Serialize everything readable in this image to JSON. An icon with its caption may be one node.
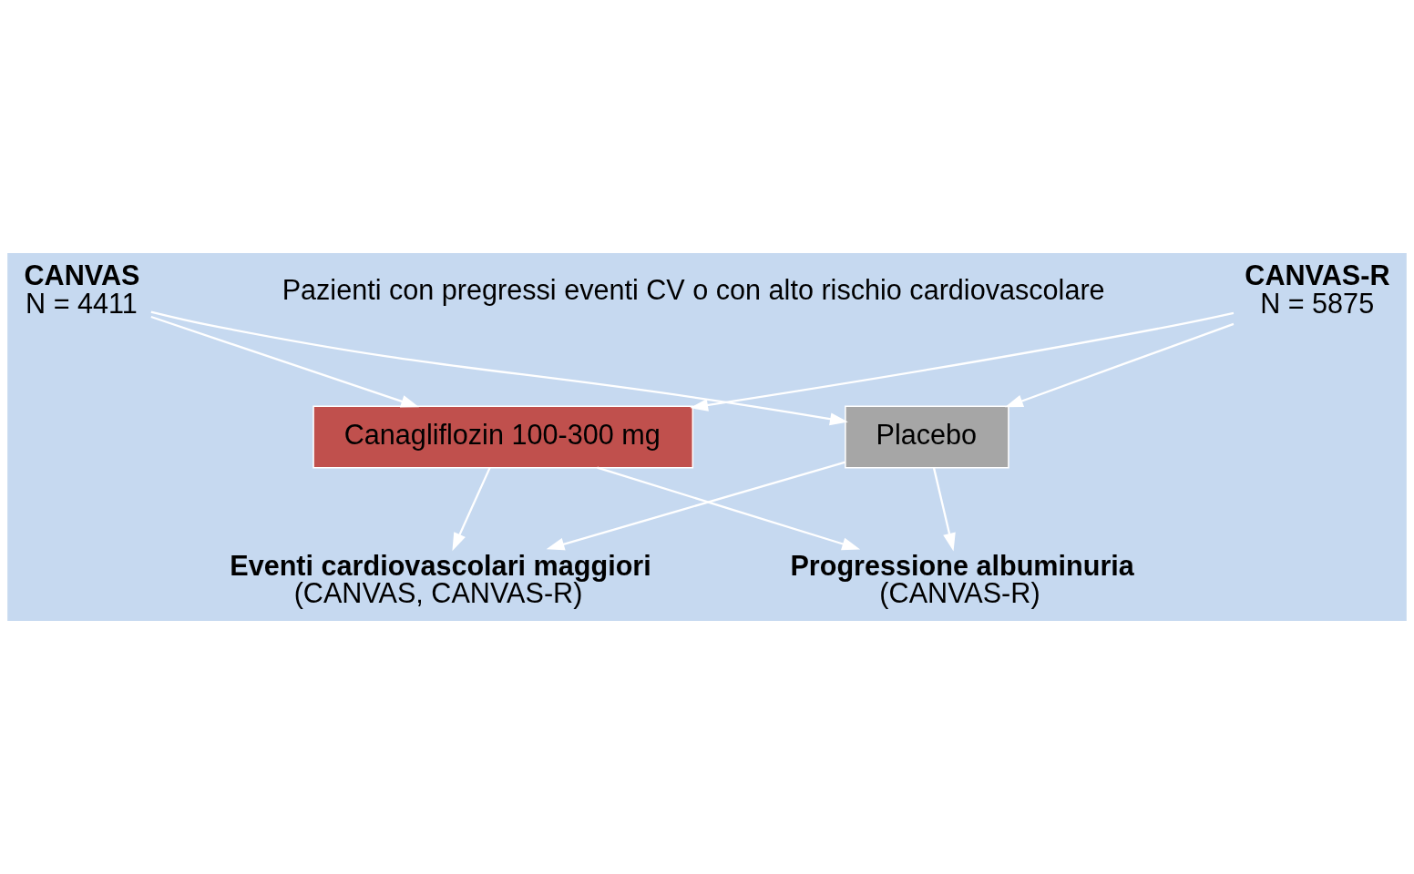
{
  "diagram": {
    "nodes": [
      {
        "text": [
          "CANVAS",
          "N = 4411"
        ]
      },
      {
        "text": [
          "CANVAS-R",
          "N = 5875"
        ]
      },
      {
        "text": [
          "Canagliflozin 100-300 mg"
        ]
      },
      {
        "text": [
          "Placebo"
        ]
      },
      {
        "text": [
          "Eventi cardiovascolari maggiori",
          "(CANVAS, CANVAS-R)"
        ]
      },
      {
        "text": [
          "Progressione albuminuria",
          "(CANVAS-R)"
        ]
      }
    ],
    "edges": [
      {
        "from": 0,
        "to": 2,
        "arrow": "to"
      },
      {
        "from": 0,
        "to": 3,
        "arrow": "to"
      },
      {
        "from": 1,
        "to": 2,
        "arrow": "to"
      },
      {
        "from": 1,
        "to": 3,
        "arrow": "to"
      },
      {
        "from": 2,
        "to": 4,
        "arrow": "to"
      },
      {
        "from": 2,
        "to": 5,
        "arrow": "to"
      },
      {
        "from": 3,
        "to": 4,
        "arrow": "to"
      },
      {
        "from": 3,
        "to": 5,
        "arrow": "to"
      }
    ],
    "labels": [
      "Pazienti con pregressi eventi CV o con alto rischio cardiovascolare"
    ]
  }
}
